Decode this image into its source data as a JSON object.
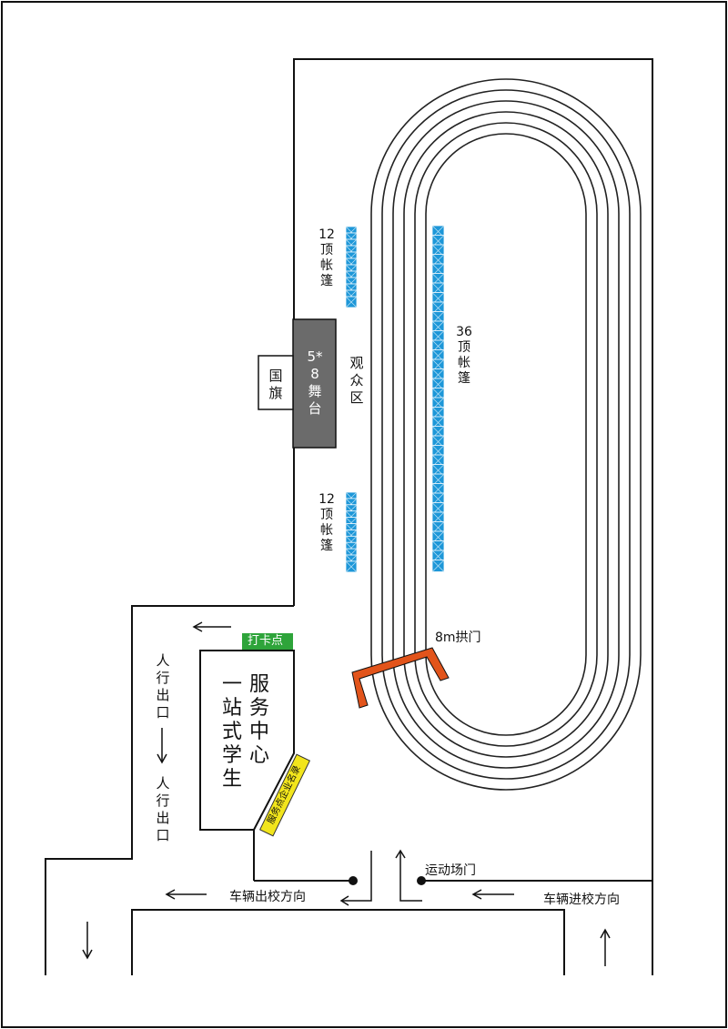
{
  "colors": {
    "tent": "#1d97d8",
    "stage": "#6b6b6b",
    "arch": "#e2541b",
    "checkin": "#2ea43a",
    "sign": "#f2e51c",
    "line": "#111111"
  },
  "labels": {
    "tents_left_top": "12顶帐篷",
    "tents_left_bottom": "12顶帐篷",
    "tents_right": "36顶帐篷",
    "stage": "5*8舞台",
    "flag": "国旗",
    "audience": "观众区",
    "arch": "8m拱门",
    "checkin": "打卡点",
    "service_col1": "服务中心",
    "service_col2": "一站式学生",
    "sign": "服务点企业名录",
    "exit_top": "人行出口",
    "exit_bottom": "人行出口",
    "gate": "运动场门",
    "vehicle_out": "车辆出校方向",
    "vehicle_in": "车辆进校方向"
  },
  "icons": {
    "arrow_left": "arrow-left-icon",
    "arrow_down": "arrow-down-icon",
    "arrow_up": "arrow-up-icon"
  }
}
